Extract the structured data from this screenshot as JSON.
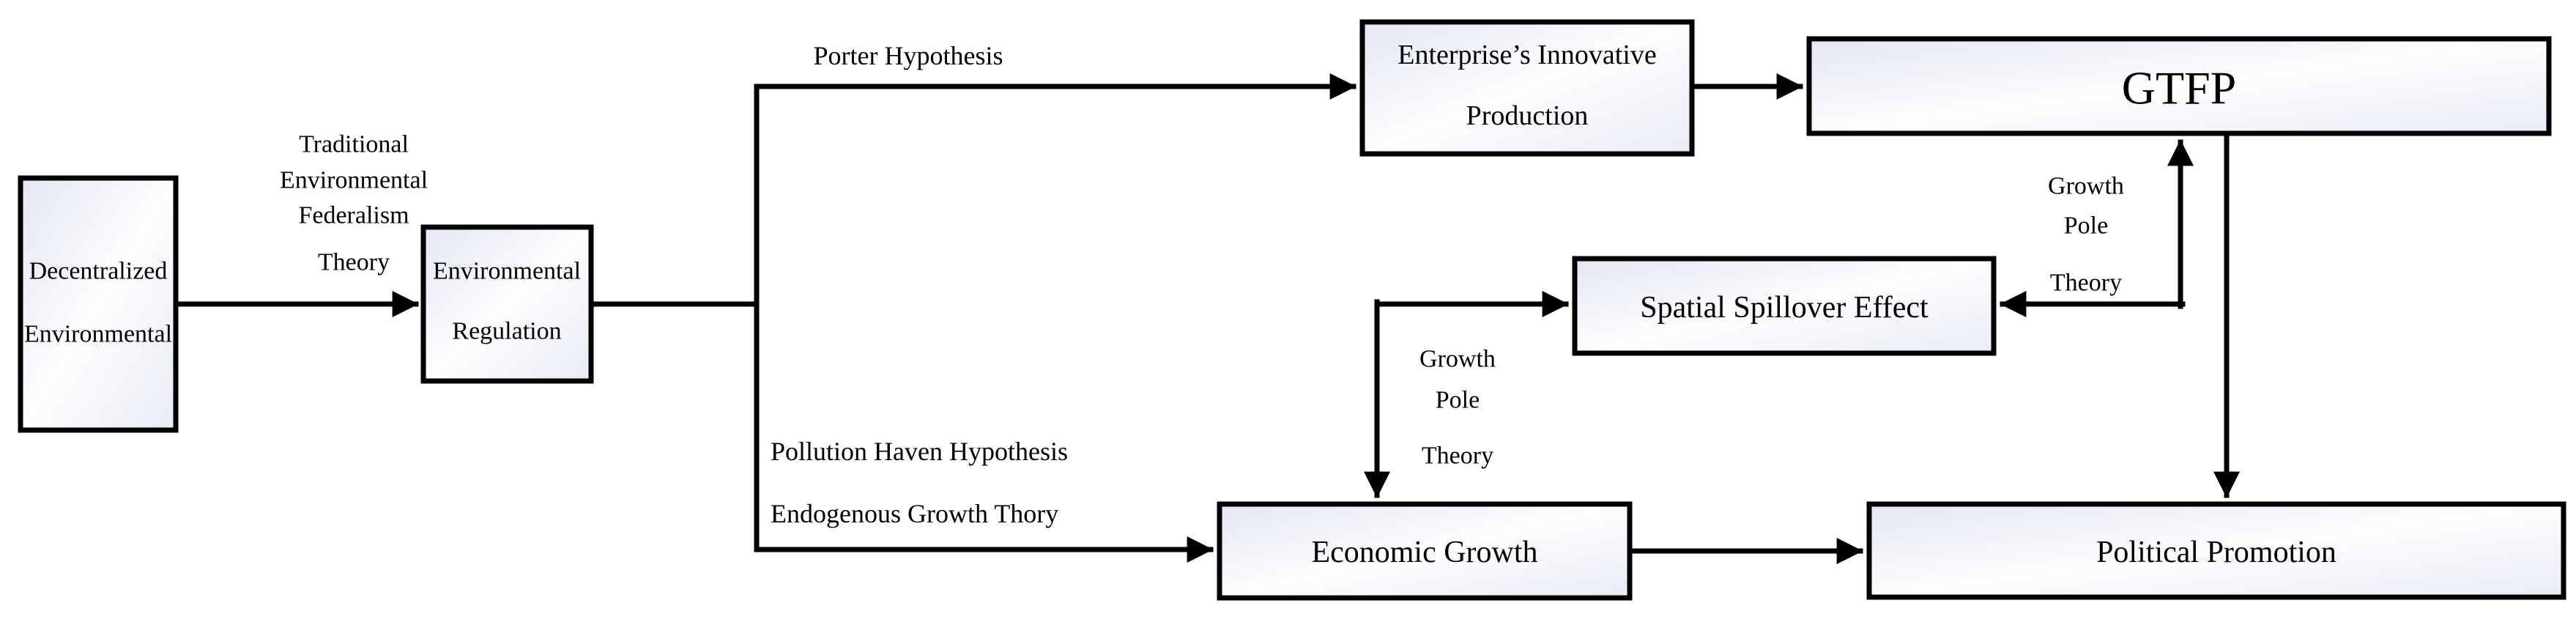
{
  "diagram": {
    "boxes": {
      "decentralized": {
        "line1": "Decentralized",
        "line2": "Environmental"
      },
      "environmental_regulation": {
        "line1": "Environmental",
        "line2": "Regulation"
      },
      "enterprise": {
        "line1": "Enterprise’s Innovative",
        "line2": "Production"
      },
      "gtfp": {
        "label": "GTFP"
      },
      "spillover": {
        "label": "Spatial Spillover Effect"
      },
      "economic_growth": {
        "label": "Economic Growth"
      },
      "political_promotion": {
        "label": "Political Promotion"
      }
    },
    "edge_labels": {
      "federalism": {
        "line1": "Traditional",
        "line2": "Environmental",
        "line3": "Federalism",
        "line4": "Theory"
      },
      "porter": {
        "label": "Porter Hypothesis"
      },
      "pollution": {
        "line1": "Pollution Haven Hypothesis",
        "line2": "Endogenous Growth Thory"
      },
      "growth_pole_economic": {
        "line1": "Growth",
        "line2": "Pole",
        "line3": "Theory"
      },
      "growth_pole_gtfp": {
        "line1": "Growth",
        "line2": "Pole",
        "line3": "Theory"
      }
    },
    "colors": {
      "stroke": "#000000",
      "box_fill_shade": "#e3e7f3",
      "box_fill_light": "#fdfdfe",
      "background": "#ffffff"
    }
  }
}
